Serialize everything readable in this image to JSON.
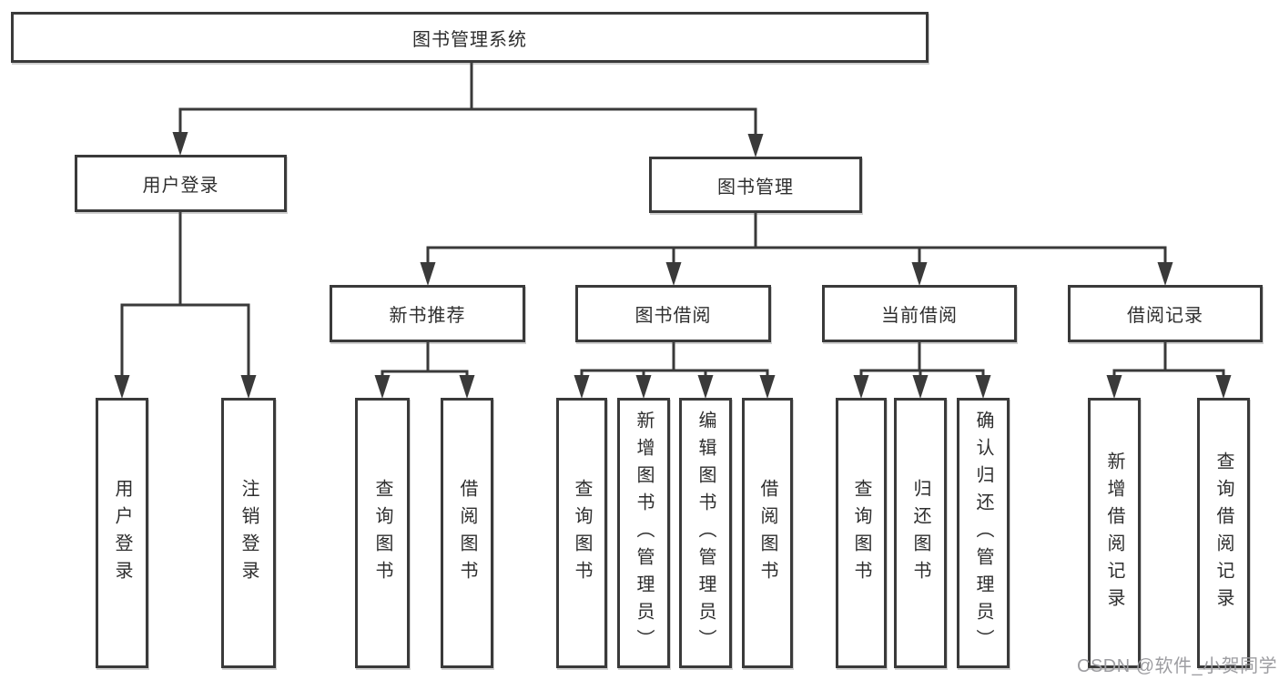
{
  "tree": {
    "root": {
      "label": "图书管理系统",
      "children": [
        {
          "label": "用户登录",
          "children": [
            {
              "label": "用户登录"
            },
            {
              "label": "注销登录"
            }
          ]
        },
        {
          "label": "图书管理",
          "children": [
            {
              "label": "新书推荐",
              "children": [
                {
                  "label": "查询图书"
                },
                {
                  "label": "借阅图书"
                }
              ]
            },
            {
              "label": "图书借阅",
              "children": [
                {
                  "label": "查询图书"
                },
                {
                  "label": "新增图书（管理员）"
                },
                {
                  "label": "编辑图书（管理员）"
                },
                {
                  "label": "借阅图书"
                }
              ]
            },
            {
              "label": "当前借阅",
              "children": [
                {
                  "label": "查询图书"
                },
                {
                  "label": "归还图书"
                },
                {
                  "label": "确认归还（管理员）"
                }
              ]
            },
            {
              "label": "借阅记录",
              "children": [
                {
                  "label": "新增借阅记录"
                },
                {
                  "label": "查询借阅记录"
                }
              ]
            }
          ]
        }
      ]
    }
  },
  "watermark": {
    "text": "CSDN @软件_小贺同学"
  },
  "colors": {
    "line": "#3a3a3a",
    "text": "#2e2e2e",
    "background": "#ffffff",
    "watermark": "#9d9da1"
  }
}
